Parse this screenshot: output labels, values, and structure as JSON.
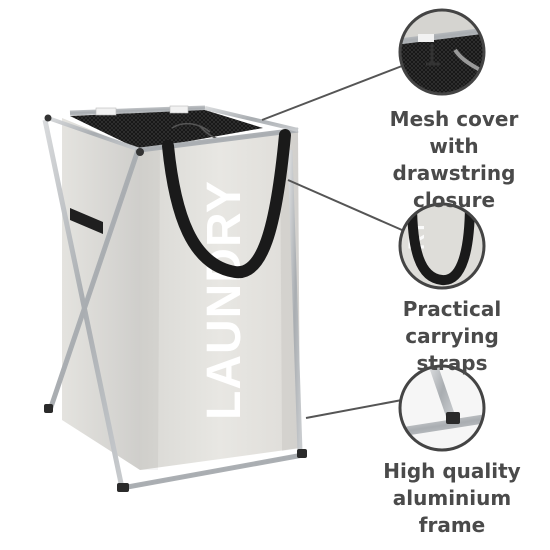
{
  "product": {
    "print_text": "LAUNDRY",
    "fabric_color": "#e6e5e1",
    "frame_color": "#b8bbbe",
    "strap_color": "#1a1a1a"
  },
  "callouts": [
    {
      "icon": "mesh-cover-detail",
      "text": "Mesh cover\nwith drawstring\nclosure"
    },
    {
      "icon": "carrying-strap-detail",
      "text": "Practical\ncarrying straps"
    },
    {
      "icon": "aluminium-frame-detail",
      "text": "High quality\naluminium\nframe"
    }
  ]
}
